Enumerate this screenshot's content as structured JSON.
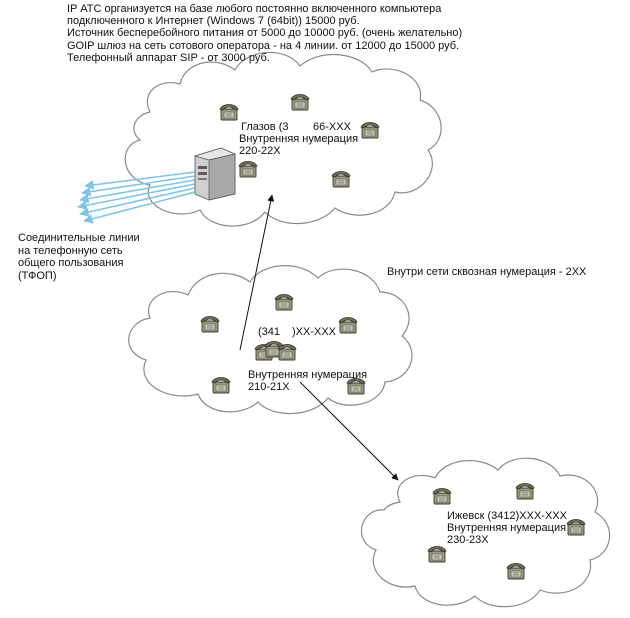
{
  "header": {
    "lines": [
      "IP АТС организуется на базе любого постоянно включенного компьютера",
      "подключенного к Интернет (Windows 7 (64bit)) 15000 руб.",
      "Источник бесперебойного питания от 5000 до 10000 руб. (очень желательно)",
      "GOIP шлюз на сеть сотового оператора - на 4 линии. от 12000 до 15000 руб.",
      "Телефонный аппарат SIP - от 3000 руб."
    ]
  },
  "clouds": {
    "glazov": {
      "line1": "Глазов (3",
      "line1b": "66-XXX",
      "line2": "Внутренняя нумерация",
      "line3": "220-22X"
    },
    "middle": {
      "line1a": "(341",
      "line1b": ")XX-XXX",
      "line2": "Внутренняя нумерация",
      "line3": "210-21X"
    },
    "izhevsk": {
      "line1": "Ижевск (3412)XXX-XXX",
      "line2": "Внутренняя нумерация",
      "line3": "230-23X"
    }
  },
  "pstn": {
    "lines": [
      "Соединительные линии",
      "на телефонную сеть",
      "общего пользования",
      "(ТФОП)"
    ]
  },
  "network_note": "Внутри сети сквозная нумерация - 2XX",
  "colors": {
    "cloud_fill": "#ffffff",
    "cloud_stroke": "#8a8a8a",
    "connector": "#111111",
    "pstn_lines": "#7fc6e6",
    "server_body": "#c9c9c9",
    "phone_body": "#8c8c76"
  },
  "icons": {
    "server": "server-icon",
    "phone": "ip-phone-icon",
    "switch": "phone-switch-icon"
  }
}
